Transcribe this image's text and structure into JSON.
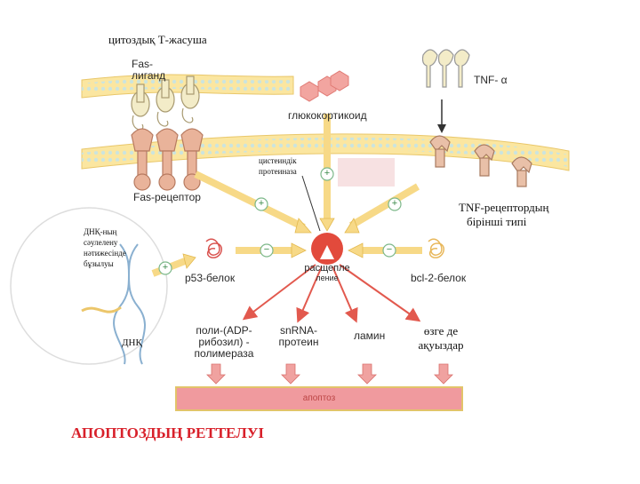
{
  "labels": {
    "cytotoxic_t_cell": "цитоздық Т-жасуша",
    "fas_ligand_1": "Fas-",
    "fas_ligand_2": "лиганд",
    "tnf_alpha": "TNF- α",
    "glucocorticoid": "глюкокортикоид",
    "cysteine_protease_1": "цистеиндік",
    "cysteine_protease_2": "протеиназа",
    "fas_receptor": "Fas-рецептор",
    "tnf_receptor_1": "TNF-рецептордың",
    "tnf_receptor_2": "бірінші типі",
    "dna_damage_1": "ДНҚ-ның",
    "dna_damage_2": "сәулелену",
    "dna_damage_3": "нәтижесінде",
    "dna_damage_4": "бұзылуы",
    "cleavage_1": "расщепле",
    "cleavage_2": "ление",
    "p53": "p53-белок",
    "bcl2": "bcl-2-белок",
    "parp_1": "поли-(ADP-",
    "parp_2": "рибозил) -",
    "parp_3": "полимераза",
    "snrna_1": "snRNA-",
    "snrna_2": "протеин",
    "lamin": "ламин",
    "other_1": "өзге де",
    "other_2": "ақуыздар",
    "dna": "ДНҚ",
    "apoptosis": "апоптоз",
    "title": "АПОПТОЗДЫҢ РЕТТЕЛУІ"
  },
  "signs": {
    "plus": "+",
    "minus": "−"
  },
  "colors": {
    "membrane": "#fbe6a0",
    "membrane_dots": "#bfe3ee",
    "arrow_yellow": "#f7d987",
    "arrow_red": "#e2594e",
    "protease": "#e24a3c",
    "apoptosis_bar": "#f09a9e",
    "title": "#d8202a"
  }
}
